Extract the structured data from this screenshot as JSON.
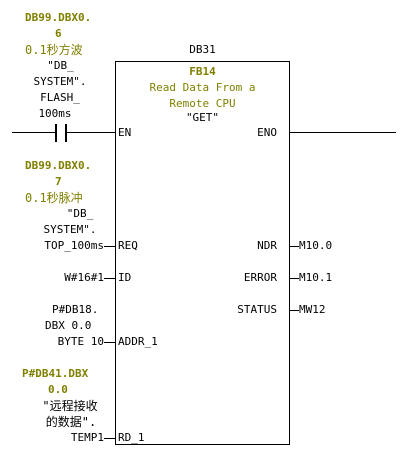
{
  "contact": {
    "address": "DB99.DBX0.6",
    "address_line1": "DB99.DBX0.",
    "address_line2": "6",
    "comment": "0.1秒方波",
    "symbol_lines": [
      "\"DB_",
      "SYSTEM\".",
      "FLASH_",
      "100ms"
    ]
  },
  "block": {
    "instance": "DB31",
    "name": "FB14",
    "title_lines": [
      "Read Data From a",
      "Remote CPU"
    ],
    "symbol": "\"GET\""
  },
  "pins": {
    "en": "EN",
    "eno": "ENO",
    "req": "REQ",
    "id": "ID",
    "addr_1": "ADDR_1",
    "rd_1": "RD_1",
    "ndr": "NDR",
    "error": "ERROR",
    "status": "STATUS"
  },
  "req_param": {
    "address_line1": "DB99.DBX0.",
    "address_line2": "7",
    "comment": "0.1秒脉冲",
    "symbol_lines": [
      "\"DB_",
      "SYSTEM\".",
      "TOP_100ms"
    ]
  },
  "id_param": {
    "value": "W#16#1"
  },
  "addr_param": {
    "lines": [
      "P#DB18.",
      "DBX 0.0",
      "BYTE 10"
    ]
  },
  "rd_param": {
    "address_line1": "P#DB41.DBX",
    "address_line2": "0.0",
    "symbol_lines": [
      "\"远程接收",
      "的数据\".",
      "TEMP1"
    ]
  },
  "outputs": {
    "ndr": "M10.0",
    "error": "M10.1",
    "status": "MW12"
  }
}
